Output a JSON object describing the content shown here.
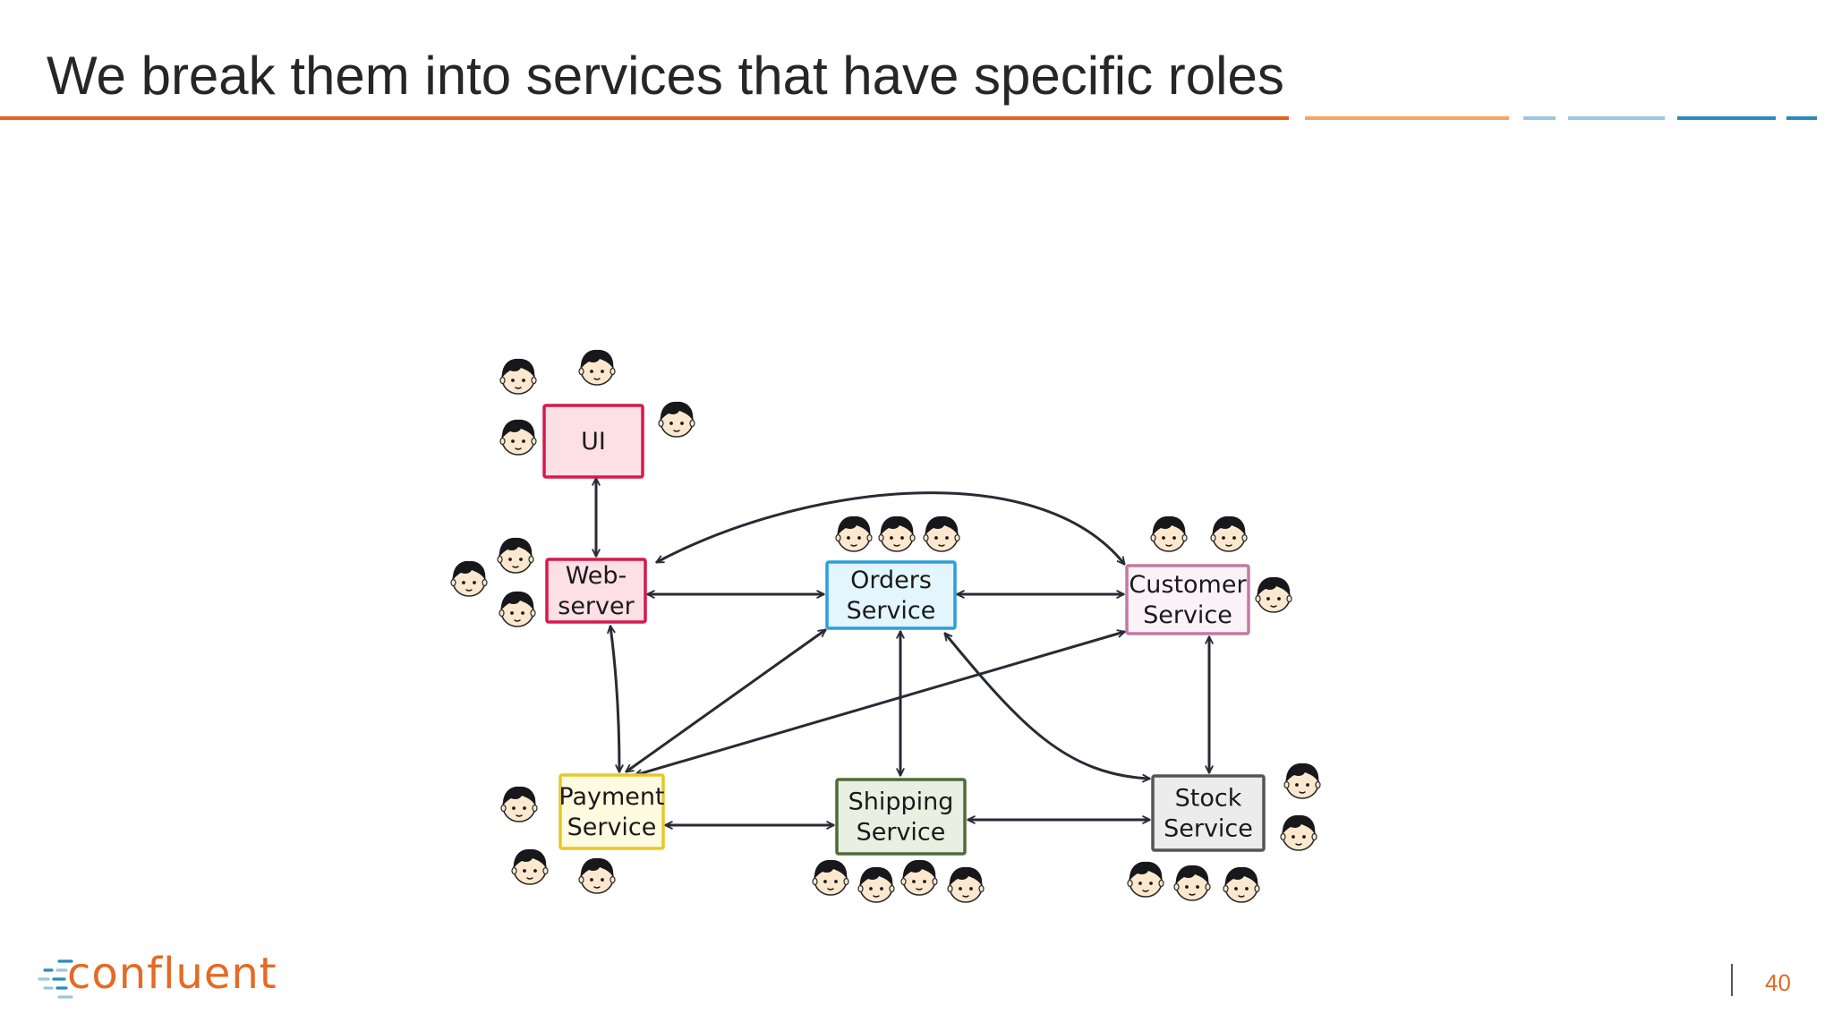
{
  "slide": {
    "title": "We break them into services that have specific roles",
    "page_number": "40",
    "colors": {
      "title_rule": "#e8621e",
      "rule_orange_light": "#f5a663",
      "rule_blue_light": "#9cc6de",
      "rule_blue_dark": "#2a8ab9"
    }
  },
  "logo": {
    "text": "confluent",
    "color": "#e56a25",
    "icon": "confluent-logo-icon"
  },
  "diagram": {
    "nodes": [
      {
        "id": "ui",
        "lines": [
          "UI"
        ],
        "border": "#d6194b",
        "fill": "#fde0e6"
      },
      {
        "id": "web",
        "lines": [
          "Web-",
          "server"
        ],
        "border": "#d6194b",
        "fill": "#fde0e6"
      },
      {
        "id": "orders",
        "lines": [
          "Orders",
          "Service"
        ],
        "border": "#2b9fd9",
        "fill": "#e3f5fd"
      },
      {
        "id": "customer",
        "lines": [
          "Customer",
          "Service"
        ],
        "border": "#c27aa3",
        "fill": "#fbf2f7"
      },
      {
        "id": "payment",
        "lines": [
          "Payment",
          "Service"
        ],
        "border": "#e8c727",
        "fill": "#fffbe0"
      },
      {
        "id": "shipping",
        "lines": [
          "Shipping",
          "Service"
        ],
        "border": "#4f6b3a",
        "fill": "#e9f0e2"
      },
      {
        "id": "stock",
        "lines": [
          "Stock",
          "Service"
        ],
        "border": "#555555",
        "fill": "#ececec"
      }
    ],
    "edges": [
      {
        "from": "ui",
        "to": "web",
        "bidirectional": true
      },
      {
        "from": "web",
        "to": "orders",
        "bidirectional": true
      },
      {
        "from": "orders",
        "to": "customer",
        "bidirectional": true
      },
      {
        "from": "web",
        "to": "customer",
        "bidirectional": true,
        "curved": true
      },
      {
        "from": "web",
        "to": "payment",
        "bidirectional": true
      },
      {
        "from": "orders",
        "to": "payment",
        "bidirectional": true
      },
      {
        "from": "customer",
        "to": "payment",
        "bidirectional": true
      },
      {
        "from": "orders",
        "to": "shipping",
        "bidirectional": true
      },
      {
        "from": "orders",
        "to": "stock",
        "bidirectional": true,
        "curved": true
      },
      {
        "from": "customer",
        "to": "stock",
        "bidirectional": true
      },
      {
        "from": "payment",
        "to": "shipping",
        "bidirectional": true
      },
      {
        "from": "shipping",
        "to": "stock",
        "bidirectional": true
      }
    ],
    "team_icon": "developer-face-icon",
    "team_sizes": {
      "ui": 4,
      "web": 3,
      "orders": 3,
      "customer": 3,
      "payment": 3,
      "shipping": 4,
      "stock": 5
    }
  }
}
